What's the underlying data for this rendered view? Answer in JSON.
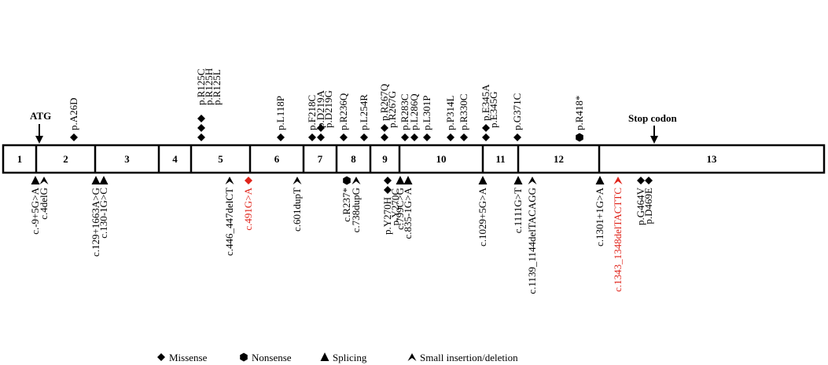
{
  "gene": {
    "exons": [
      "1",
      "2",
      "3",
      "4",
      "5",
      "6",
      "7",
      "8",
      "9",
      "10",
      "11",
      "12",
      "13"
    ],
    "start_label": "ATG",
    "stop_label": "Stop codon"
  },
  "variants_above": [
    {
      "label": "p.A26D",
      "type": "missense",
      "count": 1,
      "color": "#000000"
    },
    {
      "label": "p.R125C",
      "type": "missense",
      "count": 3,
      "color": "#000000"
    },
    {
      "label": "p.R125H",
      "type": "missense",
      "count": 0,
      "color": "#000000"
    },
    {
      "label": "p.R125L",
      "type": "missense",
      "count": 0,
      "color": "#000000"
    },
    {
      "label": "p.L118P",
      "type": "missense",
      "count": 1,
      "color": "#000000"
    },
    {
      "label": "p.F218C",
      "type": "missense",
      "count": 1,
      "color": "#000000"
    },
    {
      "label": "p.D219A",
      "type": "missense",
      "count": 2,
      "color": "#000000"
    },
    {
      "label": "p.D219G",
      "type": "missense",
      "count": 0,
      "color": "#000000"
    },
    {
      "label": "p.R236Q",
      "type": "missense",
      "count": 1,
      "color": "#000000"
    },
    {
      "label": "p.L254R",
      "type": "missense",
      "count": 1,
      "color": "#000000"
    },
    {
      "label": "p.R267Q",
      "type": "missense",
      "count": 2,
      "color": "#000000"
    },
    {
      "label": "p.R267G",
      "type": "missense",
      "count": 0,
      "color": "#000000"
    },
    {
      "label": "p.R283C",
      "type": "missense",
      "count": 1,
      "color": "#000000"
    },
    {
      "label": "p.L286Q",
      "type": "missense",
      "count": 1,
      "color": "#000000"
    },
    {
      "label": "p.L301P",
      "type": "missense",
      "count": 1,
      "color": "#000000"
    },
    {
      "label": "p.P314L",
      "type": "missense",
      "count": 1,
      "color": "#000000"
    },
    {
      "label": "p.R330C",
      "type": "missense",
      "count": 1,
      "color": "#000000"
    },
    {
      "label": "p.E345A",
      "type": "missense",
      "count": 2,
      "color": "#000000"
    },
    {
      "label": "p.E345G",
      "type": "missense",
      "count": 0,
      "color": "#000000"
    },
    {
      "label": "p.G371C",
      "type": "missense",
      "count": 1,
      "color": "#000000"
    },
    {
      "label": "p.R418*",
      "type": "nonsense",
      "count": 1,
      "color": "#000000"
    }
  ],
  "variants_below": [
    {
      "label": "c.-9+5G>A",
      "type": "splicing",
      "count": 1,
      "color": "#000000"
    },
    {
      "label": "c.4delG",
      "type": "indel",
      "count": 1,
      "color": "#000000"
    },
    {
      "label": "c.129+1663A>G",
      "type": "splicing",
      "count": 1,
      "color": "#000000"
    },
    {
      "label": "c.130-1G>C",
      "type": "splicing",
      "count": 1,
      "color": "#000000"
    },
    {
      "label": "c.446_447delCT",
      "type": "indel",
      "count": 1,
      "color": "#000000"
    },
    {
      "label": "c.491G>A",
      "type": "missense",
      "count": 1,
      "color": "#e0241b"
    },
    {
      "label": "c.601dupT",
      "type": "indel",
      "count": 1,
      "color": "#000000"
    },
    {
      "label": "c.R237*",
      "type": "nonsense",
      "count": 1,
      "color": "#000000"
    },
    {
      "label": "c.738dupG",
      "type": "indel",
      "count": 1,
      "color": "#000000"
    },
    {
      "label": "p.Y270H",
      "type": "missense",
      "count": 2,
      "color": "#000000"
    },
    {
      "label": "p.Y270C",
      "type": "missense",
      "count": 0,
      "color": "#000000"
    },
    {
      "label": "c.799C>G",
      "type": "splicing",
      "count": 1,
      "color": "#000000"
    },
    {
      "label": "c.835-1G>A",
      "type": "splicing",
      "count": 1,
      "color": "#000000"
    },
    {
      "label": "c.1029+5G>A",
      "type": "splicing",
      "count": 1,
      "color": "#000000"
    },
    {
      "label": "c.1111G>T",
      "type": "splicing",
      "count": 1,
      "color": "#000000"
    },
    {
      "label": "c.1139_1144delTACAGG",
      "type": "indel",
      "count": 1,
      "color": "#000000"
    },
    {
      "label": "c.1301+1G>A",
      "type": "splicing",
      "count": 1,
      "color": "#000000"
    },
    {
      "label": "c.1343_1348delTACTTC",
      "type": "indel",
      "count": 1,
      "color": "#e0241b"
    },
    {
      "label": "p.G464V",
      "type": "missense",
      "count": 1,
      "color": "#000000"
    },
    {
      "label": "p.D469E",
      "type": "missense",
      "count": 1,
      "color": "#000000"
    }
  ],
  "legend": [
    {
      "type": "missense",
      "label": "Missense"
    },
    {
      "type": "nonsense",
      "label": "Nonsense"
    },
    {
      "type": "splicing",
      "label": "Splicing"
    },
    {
      "type": "indel",
      "label": "Small insertion/deletion"
    }
  ]
}
